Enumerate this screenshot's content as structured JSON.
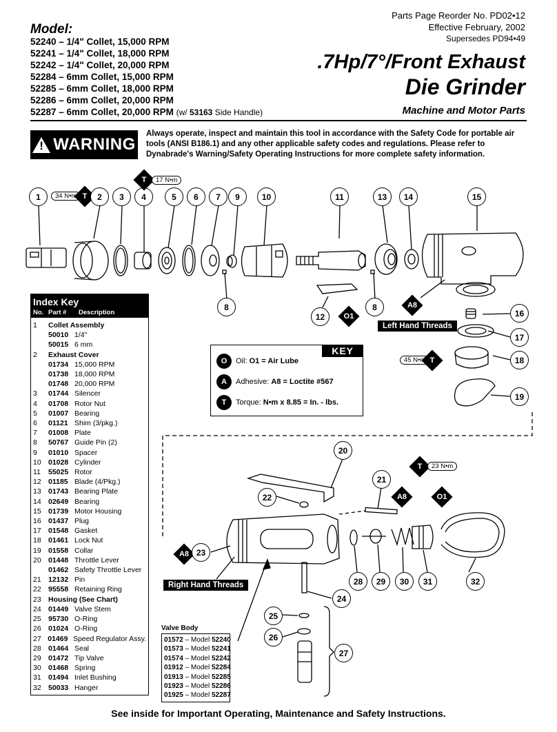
{
  "header": {
    "model_label": "Model:",
    "models": [
      "52240 – 1/4\" Collet, 15,000 RPM",
      "52241 – 1/4\" Collet, 18,000 RPM",
      "52242 – 1/4\" Collet, 20,000 RPM",
      "52284 – 6mm Collet, 15,000 RPM",
      "52285 – 6mm Collet, 18,000 RPM",
      "52286 – 6mm Collet, 20,000 RPM",
      "52287 – 6mm Collet, 20,000 RPM"
    ],
    "side_handle_prefix": "(w/",
    "side_handle_part": "53163",
    "side_handle_suffix": "Side Handle)",
    "reorder": "Parts Page Reorder No. PD02•12",
    "effective": "Effective February, 2002",
    "supersedes": "Supersedes PD94•49",
    "title_line1": ".7Hp/7°/Front Exhaust",
    "title_line2": "Die Grinder",
    "subtitle": "Machine and Motor Parts"
  },
  "warning": {
    "label": "WARNING",
    "text": "Always operate, inspect and maintain this tool in accordance with the Safety Code for portable air tools (ANSI B186.1) and any other applicable safety codes and regulations. Please refer to Dynabrade's Warning/Safety Operating Instructions for more complete safety information."
  },
  "index_key": {
    "title": "Index Key",
    "col_no": "No.",
    "col_part": "Part #",
    "col_desc": "Description",
    "rows": [
      {
        "no": "1",
        "part": "",
        "desc": "Collet Assembly",
        "group": true
      },
      {
        "no": "",
        "part": "50010",
        "desc": "1/4\""
      },
      {
        "no": "",
        "part": "50015",
        "desc": "6 mm"
      },
      {
        "no": "2",
        "part": "",
        "desc": "Exhaust Cover",
        "group": true
      },
      {
        "no": "",
        "part": "01734",
        "desc": "15,000 RPM"
      },
      {
        "no": "",
        "part": "01738",
        "desc": "18,000 RPM"
      },
      {
        "no": "",
        "part": "01748",
        "desc": "20,000 RPM"
      },
      {
        "no": "3",
        "part": "01744",
        "desc": "Silencer"
      },
      {
        "no": "4",
        "part": "01708",
        "desc": "Rotor Nut"
      },
      {
        "no": "5",
        "part": "01007",
        "desc": "Bearing"
      },
      {
        "no": "6",
        "part": "01121",
        "desc": "Shim (3/pkg.)"
      },
      {
        "no": "7",
        "part": "01008",
        "desc": "Plate"
      },
      {
        "no": "8",
        "part": "50767",
        "desc": "Guide Pin (2)"
      },
      {
        "no": "9",
        "part": "01010",
        "desc": "Spacer"
      },
      {
        "no": "10",
        "part": "01028",
        "desc": "Cylinder"
      },
      {
        "no": "11",
        "part": "55025",
        "desc": "Rotor"
      },
      {
        "no": "12",
        "part": "01185",
        "desc": "Blade (4/Pkg.)"
      },
      {
        "no": "13",
        "part": "01743",
        "desc": "Bearing Plate"
      },
      {
        "no": "14",
        "part": "02649",
        "desc": "Bearing"
      },
      {
        "no": "15",
        "part": "01739",
        "desc": "Motor Housing"
      },
      {
        "no": "16",
        "part": "01437",
        "desc": "Plug"
      },
      {
        "no": "17",
        "part": "01548",
        "desc": "Gasket"
      },
      {
        "no": "18",
        "part": "01461",
        "desc": "Lock Nut"
      },
      {
        "no": "19",
        "part": "01558",
        "desc": "Collar"
      },
      {
        "no": "20",
        "part": "01448",
        "desc": "Throttle Lever"
      },
      {
        "no": "",
        "part": "01462",
        "desc": "Safety Throttle Lever"
      },
      {
        "no": "21",
        "part": "12132",
        "desc": "Pin"
      },
      {
        "no": "22",
        "part": "95558",
        "desc": "Retaining Ring"
      },
      {
        "no": "23",
        "part": "",
        "desc": "Housing (See Chart)",
        "group": true
      },
      {
        "no": "24",
        "part": "01449",
        "desc": "Valve Stem"
      },
      {
        "no": "25",
        "part": "95730",
        "desc": "O-Ring"
      },
      {
        "no": "26",
        "part": "01024",
        "desc": "O-Ring"
      },
      {
        "no": "27",
        "part": "01469",
        "desc": "Speed Regulator Assy."
      },
      {
        "no": "28",
        "part": "01464",
        "desc": "Seal"
      },
      {
        "no": "29",
        "part": "01472",
        "desc": "Tip Valve"
      },
      {
        "no": "30",
        "part": "01468",
        "desc": "Spring"
      },
      {
        "no": "31",
        "part": "01494",
        "desc": "Inlet Bushing"
      },
      {
        "no": "32",
        "part": "50033",
        "desc": "Hanger"
      }
    ]
  },
  "key": {
    "title": "KEY",
    "oil_sym": "O",
    "oil_label": "Oil:",
    "oil_value": "O1 = Air Lube",
    "adh_sym": "A",
    "adh_label": "Adhesive:",
    "adh_value": "A8 = Loctite #567",
    "torque_sym": "T",
    "torque_label": "Torque:",
    "torque_value": "N•m x 8.85 = In. - lbs."
  },
  "diagram": {
    "callouts": [
      "1",
      "2",
      "3",
      "4",
      "5",
      "6",
      "7",
      "9",
      "10",
      "11",
      "13",
      "14",
      "15",
      "8",
      "12",
      "8",
      "16",
      "17",
      "18",
      "19",
      "20",
      "21",
      "22",
      "23",
      "24",
      "25",
      "26",
      "27",
      "28",
      "29",
      "30",
      "31",
      "32"
    ],
    "torque_labels": {
      "t34": "34 N•m",
      "t17": "17 N•m",
      "t45": "45 N•m",
      "t23": "23 N•m"
    },
    "sym_T": "T",
    "sym_O1": "O1",
    "sym_A8": "A8",
    "left_threads": "Left Hand Threads",
    "right_threads": "Right Hand Threads"
  },
  "valve_body": {
    "title": "Valve Body",
    "rows": [
      {
        "part": "01572",
        "model": "52240"
      },
      {
        "part": "01573",
        "model": "52241"
      },
      {
        "part": "01574",
        "model": "52242"
      },
      {
        "part": "01912",
        "model": "52284"
      },
      {
        "part": "01913",
        "model": "52285"
      },
      {
        "part": "01923",
        "model": "52286"
      },
      {
        "part": "01925",
        "model": "52287"
      }
    ],
    "model_prefix": "– Model"
  },
  "footer": "See inside for Important Operating, Maintenance and Safety Instructions."
}
